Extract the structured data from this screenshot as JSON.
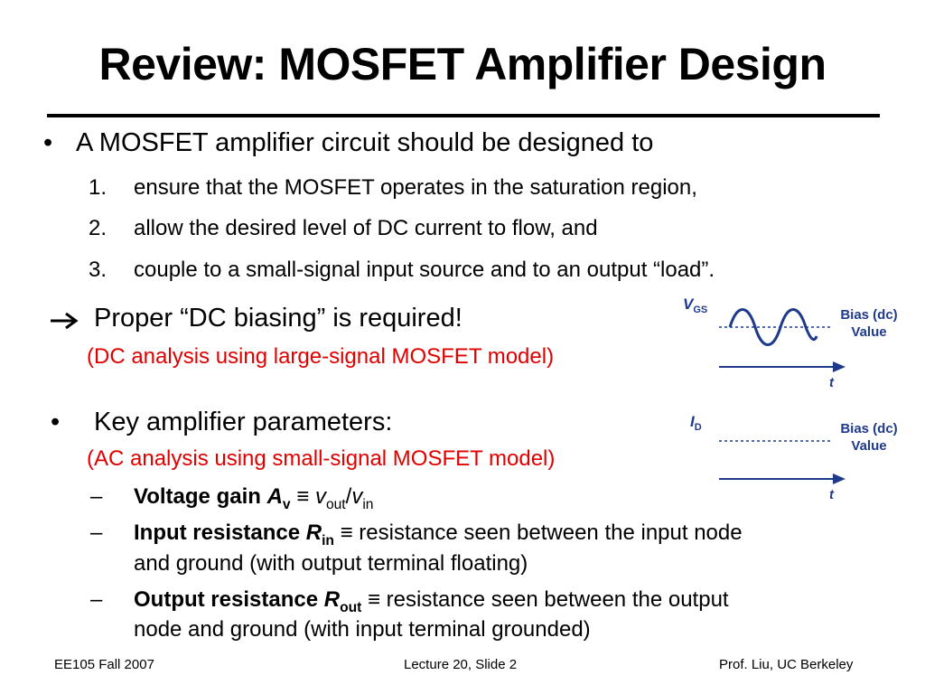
{
  "slide": {
    "title": "Review: MOSFET Amplifier Design",
    "bullet1": {
      "marker": "•",
      "text": "A MOSFET amplifier circuit should be designed to",
      "items": [
        {
          "num": "1.",
          "text": "ensure that the MOSFET operates in the saturation region,"
        },
        {
          "num": "2.",
          "text": "allow the desired level of DC current to flow, and"
        },
        {
          "num": "3.",
          "text": "couple to a small-signal input source and to an output “load”."
        }
      ]
    },
    "arrow_note": {
      "text": "Proper “DC biasing” is required!",
      "sub": "(DC analysis using large-signal MOSFET model)"
    },
    "bullet2": {
      "marker": "•",
      "text": "Key amplifier parameters:",
      "sub": "(AC analysis using small-signal MOSFET model)",
      "params": [
        {
          "dash": "–",
          "label": "Voltage gain ",
          "sym": "A",
          "symsub": "v",
          "equiv": " ≡ ",
          "rhs_a": "v",
          "rhs_a_sub": "out",
          "slash": "/",
          "rhs_b": "v",
          "rhs_b_sub": "in"
        },
        {
          "dash": "–",
          "label": "Input resistance ",
          "sym": "R",
          "symsub": "in",
          "equiv": " ≡ ",
          "line1": "resistance seen between the input node",
          "line2": "and ground (with output terminal floating)"
        },
        {
          "dash": "–",
          "label": "Output resistance ",
          "sym": "R",
          "symsub": "out",
          "equiv": " ≡ ",
          "line1": "resistance seen between the output",
          "line2": "node and ground (with input terminal grounded)"
        }
      ]
    }
  },
  "figure": {
    "vgs": {
      "var": "V",
      "sub": "GS",
      "bias1": "Bias (dc)",
      "bias2": "Value",
      "axis": "t"
    },
    "id": {
      "var": "I",
      "sub": "D",
      "bias1": "Bias (dc)",
      "bias2": "Value",
      "axis": "t"
    },
    "color": "#1f3a8a"
  },
  "footer": {
    "left": "EE105 Fall 2007",
    "center": "Lecture 20, Slide 2",
    "right": "Prof. Liu, UC Berkeley"
  }
}
